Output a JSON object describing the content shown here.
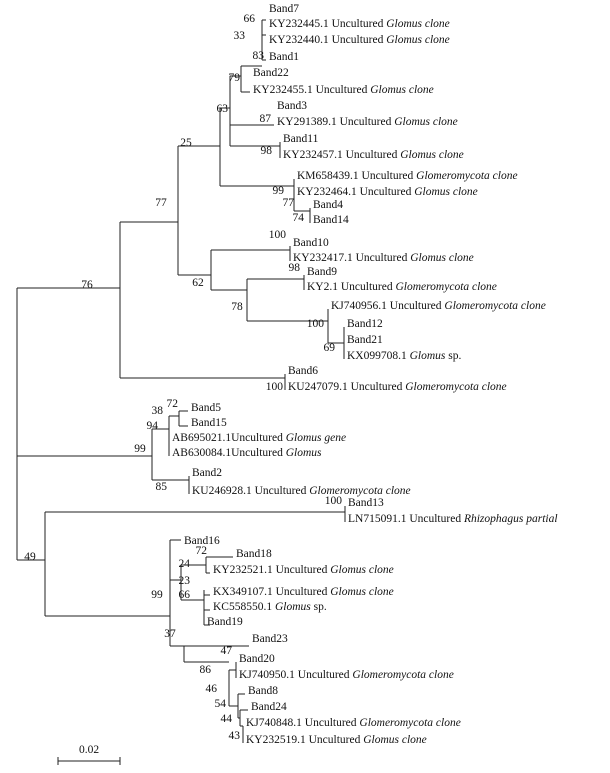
{
  "tree": {
    "taxa": [
      {
        "id": "band7",
        "prefix": "Band7",
        "italic": "",
        "suffix": ""
      },
      {
        "id": "ky232445",
        "prefix": "KY232445.1 Uncultured ",
        "italic": "Glomus clone",
        "suffix": ""
      },
      {
        "id": "ky232440",
        "prefix": "KY232440.1 Uncultured ",
        "italic": "Glomus clone",
        "suffix": ""
      },
      {
        "id": "band1",
        "prefix": "Band1",
        "italic": "",
        "suffix": ""
      },
      {
        "id": "band22",
        "prefix": "Band22",
        "italic": "",
        "suffix": ""
      },
      {
        "id": "ky232455",
        "prefix": "KY232455.1 Uncultured ",
        "italic": "Glomus clone",
        "suffix": ""
      },
      {
        "id": "band3",
        "prefix": "Band3",
        "italic": "",
        "suffix": ""
      },
      {
        "id": "ky291389",
        "prefix": "KY291389.1 Uncultured ",
        "italic": "Glomus clone",
        "suffix": ""
      },
      {
        "id": "band11",
        "prefix": "Band11",
        "italic": "",
        "suffix": ""
      },
      {
        "id": "ky232457",
        "prefix": "KY232457.1 Uncultured ",
        "italic": "Glomus clone",
        "suffix": ""
      },
      {
        "id": "km658439",
        "prefix": "KM658439.1 Uncultured ",
        "italic": "Glomeromycota clone",
        "suffix": ""
      },
      {
        "id": "ky232464",
        "prefix": "KY232464.1 Uncultured ",
        "italic": "Glomus clone",
        "suffix": ""
      },
      {
        "id": "band4",
        "prefix": "Band4",
        "italic": "",
        "suffix": ""
      },
      {
        "id": "band14",
        "prefix": "Band14",
        "italic": "",
        "suffix": ""
      },
      {
        "id": "band10",
        "prefix": "Band10",
        "italic": "",
        "suffix": ""
      },
      {
        "id": "ky232417",
        "prefix": "KY232417.1 Uncultured ",
        "italic": "Glomus clone",
        "suffix": ""
      },
      {
        "id": "band9",
        "prefix": "Band9",
        "italic": "",
        "suffix": ""
      },
      {
        "id": "ky2",
        "prefix": "KY2.1 Uncultured ",
        "italic": "Glomeromycota clone",
        "suffix": ""
      },
      {
        "id": "kj740956",
        "prefix": "KJ740956.1 Uncultured ",
        "italic": "Glomeromycota clone",
        "suffix": ""
      },
      {
        "id": "band12",
        "prefix": "Band12",
        "italic": "",
        "suffix": ""
      },
      {
        "id": "band21",
        "prefix": "Band21",
        "italic": "",
        "suffix": ""
      },
      {
        "id": "kx099708",
        "prefix": "KX099708.1 ",
        "italic": "Glomus",
        "suffix": " sp."
      },
      {
        "id": "band6",
        "prefix": "Band6",
        "italic": "",
        "suffix": ""
      },
      {
        "id": "ku247079",
        "prefix": "KU247079.1 Uncultured ",
        "italic": "Glomeromycota clone",
        "suffix": ""
      },
      {
        "id": "band5",
        "prefix": "Band5",
        "italic": "",
        "suffix": ""
      },
      {
        "id": "band15",
        "prefix": "Band15",
        "italic": "",
        "suffix": ""
      },
      {
        "id": "ab695021",
        "prefix": "AB695021.1Uncultured ",
        "italic": "Glomus gene",
        "suffix": ""
      },
      {
        "id": "ab630084",
        "prefix": "AB630084.1Uncultured ",
        "italic": "Glomus",
        "suffix": ""
      },
      {
        "id": "band2",
        "prefix": "Band2",
        "italic": "",
        "suffix": ""
      },
      {
        "id": "ku246928",
        "prefix": "KU246928.1 Uncultured ",
        "italic": "Glomeromycota clone",
        "suffix": ""
      },
      {
        "id": "band13",
        "prefix": "Band13",
        "italic": "",
        "suffix": ""
      },
      {
        "id": "ln715091",
        "prefix": "LN715091.1 Uncultured ",
        "italic": "Rhizophagus partial",
        "suffix": ""
      },
      {
        "id": "band16",
        "prefix": "Band16",
        "italic": "",
        "suffix": ""
      },
      {
        "id": "band18",
        "prefix": "Band18",
        "italic": "",
        "suffix": ""
      },
      {
        "id": "ky232521",
        "prefix": "KY232521.1 Uncultured ",
        "italic": "Glomus clone",
        "suffix": ""
      },
      {
        "id": "kx349107",
        "prefix": "KX349107.1 Uncultured ",
        "italic": "Glomus clone",
        "suffix": ""
      },
      {
        "id": "kc558550",
        "prefix": "KC558550.1 ",
        "italic": "Glomus",
        "suffix": " sp."
      },
      {
        "id": "band19",
        "prefix": "Band19",
        "italic": "",
        "suffix": ""
      },
      {
        "id": "band23",
        "prefix": "Band23",
        "italic": "",
        "suffix": ""
      },
      {
        "id": "band20",
        "prefix": "Band20",
        "italic": "",
        "suffix": ""
      },
      {
        "id": "kj740950",
        "prefix": "KJ740950.1 Uncultured ",
        "italic": "Glomeromycota clone",
        "suffix": ""
      },
      {
        "id": "band8",
        "prefix": "Band8",
        "italic": "",
        "suffix": ""
      },
      {
        "id": "band24",
        "prefix": "Band24",
        "italic": "",
        "suffix": ""
      },
      {
        "id": "kj740848",
        "prefix": "KJ740848.1 Uncultured ",
        "italic": "Glomeromycota clone",
        "suffix": ""
      },
      {
        "id": "ky232519",
        "prefix": "KY232519.1 Uncultured ",
        "italic": "Glomus clone",
        "suffix": ""
      }
    ],
    "bootstrap_values": [
      {
        "id": "n66",
        "value": "66"
      },
      {
        "id": "n33",
        "value": "33"
      },
      {
        "id": "n83",
        "value": "83"
      },
      {
        "id": "n79",
        "value": "79"
      },
      {
        "id": "n87",
        "value": "87"
      },
      {
        "id": "n63",
        "value": "63"
      },
      {
        "id": "n98a",
        "value": "98"
      },
      {
        "id": "n25",
        "value": "25"
      },
      {
        "id": "n99a",
        "value": "99"
      },
      {
        "id": "n77b",
        "value": "77"
      },
      {
        "id": "n74",
        "value": "74"
      },
      {
        "id": "n77a",
        "value": "77"
      },
      {
        "id": "n100a",
        "value": "100"
      },
      {
        "id": "n98b",
        "value": "98"
      },
      {
        "id": "n62",
        "value": "62"
      },
      {
        "id": "n100b",
        "value": "100"
      },
      {
        "id": "n69",
        "value": "69"
      },
      {
        "id": "n78",
        "value": "78"
      },
      {
        "id": "n76",
        "value": "76"
      },
      {
        "id": "n100c",
        "value": "100"
      },
      {
        "id": "n72a",
        "value": "72"
      },
      {
        "id": "n38",
        "value": "38"
      },
      {
        "id": "n94",
        "value": "94"
      },
      {
        "id": "n99b",
        "value": "99"
      },
      {
        "id": "n85",
        "value": "85"
      },
      {
        "id": "n100d",
        "value": "100"
      },
      {
        "id": "n49",
        "value": "49"
      },
      {
        "id": "n72b",
        "value": "72"
      },
      {
        "id": "n24",
        "value": "24"
      },
      {
        "id": "n23",
        "value": "23"
      },
      {
        "id": "n66b",
        "value": "66"
      },
      {
        "id": "n99c",
        "value": "99"
      },
      {
        "id": "n37",
        "value": "37"
      },
      {
        "id": "n47",
        "value": "47"
      },
      {
        "id": "n86",
        "value": "86"
      },
      {
        "id": "n46",
        "value": "46"
      },
      {
        "id": "n54",
        "value": "54"
      },
      {
        "id": "n44",
        "value": "44"
      },
      {
        "id": "n43",
        "value": "43"
      }
    ],
    "scale_label": "0.02"
  }
}
